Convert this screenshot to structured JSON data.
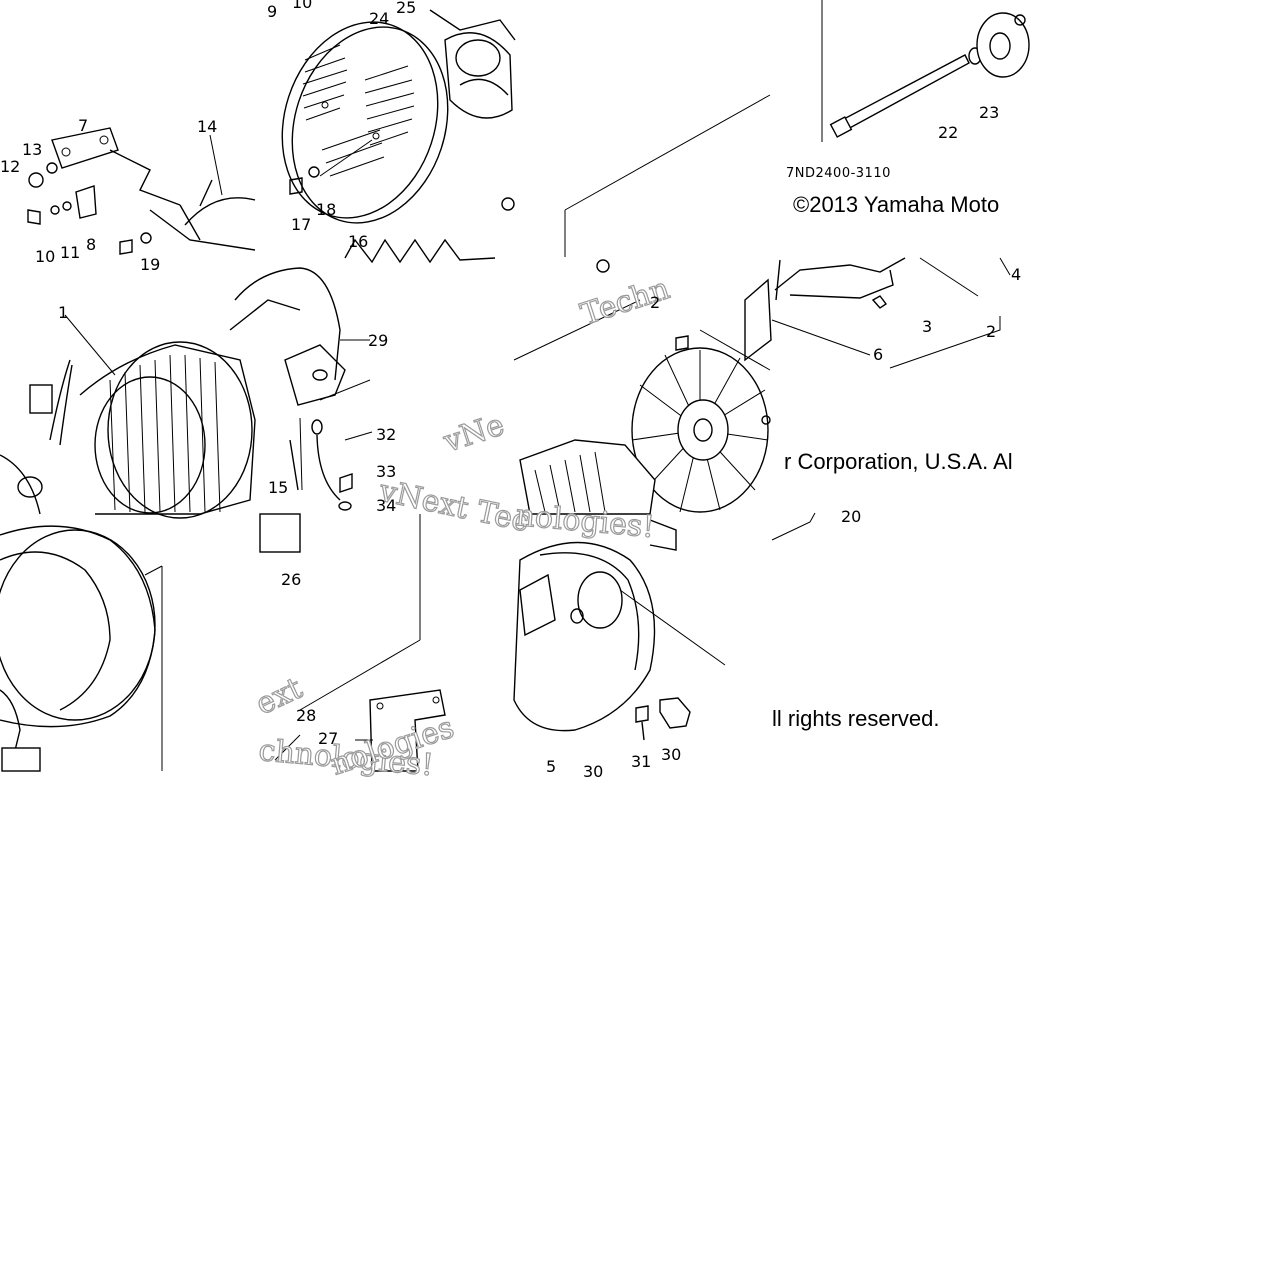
{
  "diagram": {
    "part_number": "7ND2400-3110",
    "copyright_line1": "©2013 Yamaha Moto",
    "copyright_line2": "r Corporation, U.S.A. Al",
    "copyright_line3": "ll rights reserved.",
    "watermarks": [
      "Techn",
      "vNe",
      "vNext Tec",
      "nologies!",
      "ext",
      "chnologies!",
      "nologies"
    ],
    "callouts": [
      "9",
      "10",
      "24",
      "25",
      "7",
      "14",
      "13",
      "12",
      "16",
      "17",
      "18",
      "19",
      "8",
      "10",
      "11",
      "1",
      "29",
      "32",
      "15",
      "33",
      "34",
      "26",
      "28",
      "27",
      "22",
      "23",
      "2",
      "3",
      "4",
      "2",
      "6",
      "20",
      "5",
      "30",
      "31",
      "30"
    ]
  }
}
